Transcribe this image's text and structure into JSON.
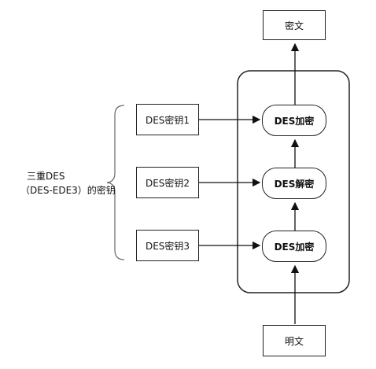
{
  "diagram": {
    "triple_des_label_line1": "三重DES",
    "triple_des_label_line2": "（DES-EDE3）的密钥",
    "keys": [
      "DES密钥1",
      "DES密钥2",
      "DES密钥3"
    ],
    "stages": [
      "DES加密",
      "DES解密",
      "DES加密"
    ],
    "ciphertext": "密文",
    "plaintext": "明文"
  }
}
